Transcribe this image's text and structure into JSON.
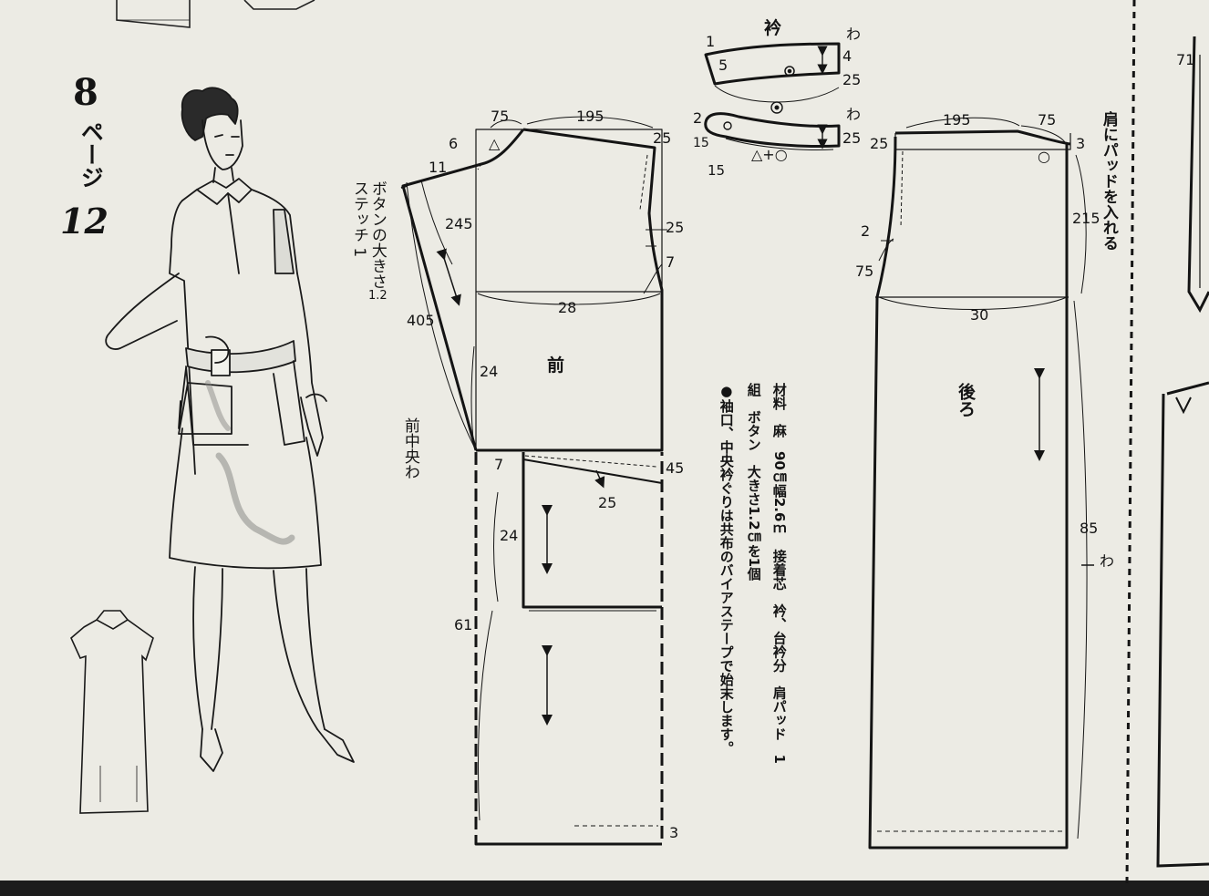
{
  "page": {
    "number": "8",
    "page_word": "ページ",
    "page_ref": "12"
  },
  "colors": {
    "paper": "#ecebe4",
    "ink": "#141414",
    "shade": "#8a8a86"
  },
  "collar": {
    "title": "衿",
    "labels": [
      "わ",
      "1",
      "5",
      "4",
      "25",
      "わ",
      "2",
      "15",
      "25",
      "15",
      "△+○"
    ]
  },
  "front": {
    "title": "前",
    "center_label": "前中央わ",
    "labels": [
      "75",
      "195",
      "6",
      "△",
      "25",
      "11",
      "245",
      "25",
      "7",
      "28",
      "405",
      "24",
      "7",
      "45",
      "25",
      "24",
      "61",
      "3"
    ]
  },
  "back": {
    "title": "後ろ",
    "labels": [
      "195",
      "75",
      "25",
      "3",
      "○",
      "2",
      "215",
      "75",
      "30",
      "85",
      "わ"
    ]
  },
  "button_note": {
    "line1": "ボタンの大きさ",
    "size": "1.2",
    "line2": "ステッチ 1"
  },
  "shoulder_note": "肩にパッドを入れる",
  "materials": {
    "line1": "材料　麻　90㎝幅2.6ｍ　接着芯　衿、台衿分　肩パッド　1",
    "line2": "組　ボタン　大きさ1.2㎝を1個",
    "line3": "●袖口、中央衿ぐりは共布のバイアステープで始末します。"
  },
  "right_page": {
    "label": "71"
  }
}
